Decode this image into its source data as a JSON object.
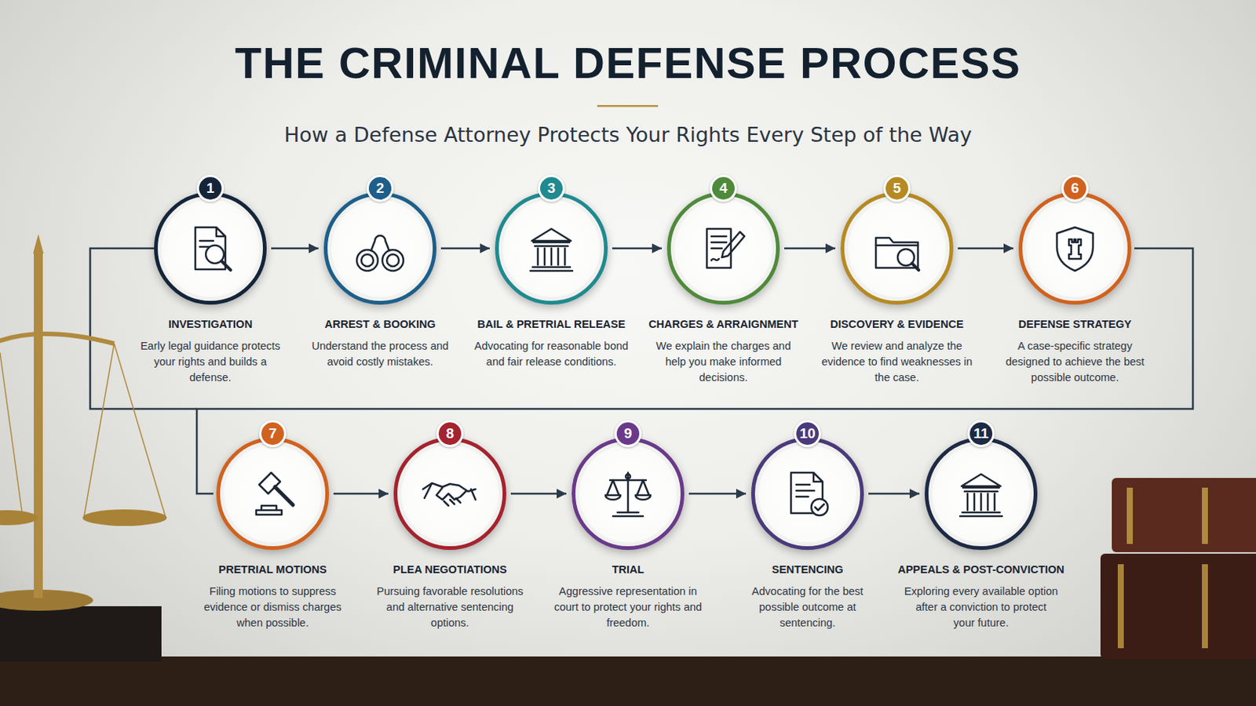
{
  "diagram": {
    "title": "THE CRIMINAL DEFENSE PROCESS",
    "nodes": [
      {
        "text": [
          "1",
          "INVESTIGATION",
          "Early legal guidance protects your rights and builds a defense."
        ]
      },
      {
        "text": [
          "2",
          "ARREST & BOOKING",
          "Understand the process and avoid costly mistakes."
        ]
      },
      {
        "text": [
          "3",
          "BAIL & PRETRIAL RELEASE",
          "Advocating for reasonable bond and fair release conditions."
        ]
      },
      {
        "text": [
          "4",
          "CHARGES & ARRAIGNMENT",
          "We explain the charges and help you make informed decisions."
        ]
      },
      {
        "text": [
          "5",
          "DISCOVERY & EVIDENCE",
          "We review and analyze the evidence to find weaknesses in the case."
        ]
      },
      {
        "text": [
          "6",
          "DEFENSE STRATEGY",
          "A case-specific strategy designed to achieve the best possible outcome."
        ]
      },
      {
        "text": [
          "7",
          "PRETRIAL MOTIONS",
          "Filing motions to suppress evidence or dismiss charges when possible."
        ]
      },
      {
        "text": [
          "8",
          "PLEA NEGOTIATIONS",
          "Pursuing favorable resolutions and alternative sentencing options."
        ]
      },
      {
        "text": [
          "9",
          "TRIAL",
          "Aggressive representation in court to protect your rights and freedom."
        ]
      },
      {
        "text": [
          "10",
          "SENTENCING",
          "Advocating for the best possible outcome at sentencing."
        ]
      },
      {
        "text": [
          "11",
          "APPEALS & POST-CONVICTION",
          "Exploring every available option after a conviction to protect your future."
        ]
      }
    ],
    "edges": [
      {
        "from": 0,
        "to": 1,
        "arrow": "to"
      },
      {
        "from": 1,
        "to": 2,
        "arrow": "to"
      },
      {
        "from": 2,
        "to": 3,
        "arrow": "to"
      },
      {
        "from": 3,
        "to": 4,
        "arrow": "to"
      },
      {
        "from": 4,
        "to": 5,
        "arrow": "to"
      },
      {
        "from": 5,
        "to": 6,
        "arrow": "none"
      },
      {
        "from": 6,
        "to": 7,
        "arrow": "to"
      },
      {
        "from": 7,
        "to": 8,
        "arrow": "to"
      },
      {
        "from": 8,
        "to": 9,
        "arrow": "to"
      },
      {
        "from": 9,
        "to": 10,
        "arrow": "to"
      }
    ],
    "labels": [
      "How a Defense Attorney Protects Your Rights Every Step of the Way"
    ]
  }
}
